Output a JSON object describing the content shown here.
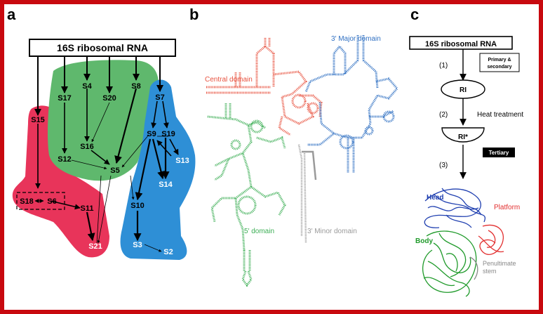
{
  "panel_a": {
    "letter": "a",
    "root_label": "16S ribosomal RNA",
    "proteins": {
      "s15": "S15",
      "s17": "S17",
      "s4": "S4",
      "s20": "S20",
      "s8": "S8",
      "s7": "S7",
      "s9": "S9",
      "s19": "S19",
      "s13": "S13",
      "s16": "S16",
      "s12": "S12",
      "s5": "S5",
      "s14": "S14",
      "s10": "S10",
      "s18": "S18",
      "s6": "S6",
      "s11": "S11",
      "s21": "S21",
      "s3": "S3",
      "s2": "S2"
    },
    "colors": {
      "red": "#e8345a",
      "green": "#5fb86d",
      "blue": "#2e8fd6"
    }
  },
  "panel_b": {
    "letter": "b",
    "central_label": "Central domain",
    "major_label": "3′ Major domain",
    "five_prime_label": "5′ domain",
    "minor_label": "3′ Minor domain",
    "colors": {
      "central": "#e8523f",
      "major": "#2e6fc2",
      "five_prime": "#3cae55",
      "minor": "#9a9a9a"
    }
  },
  "panel_c": {
    "letter": "c",
    "root_label": "16S ribosomal RNA",
    "step1": "(1)",
    "step1_note": "Primary & secondary",
    "ri_label": "RI",
    "step2": "(2)",
    "step2_note": "Heat treatment",
    "ri_star_label": "RI*",
    "step3": "(3)",
    "step3_note": "Tertiary",
    "head_label": "Head",
    "platform_label": "Platform",
    "body_label": "Body",
    "penultimate_label": "Penultimate stem",
    "colors": {
      "head": "#1f3fb0",
      "platform": "#e23030",
      "body": "#1f9a2a",
      "stem": "#888888"
    }
  }
}
